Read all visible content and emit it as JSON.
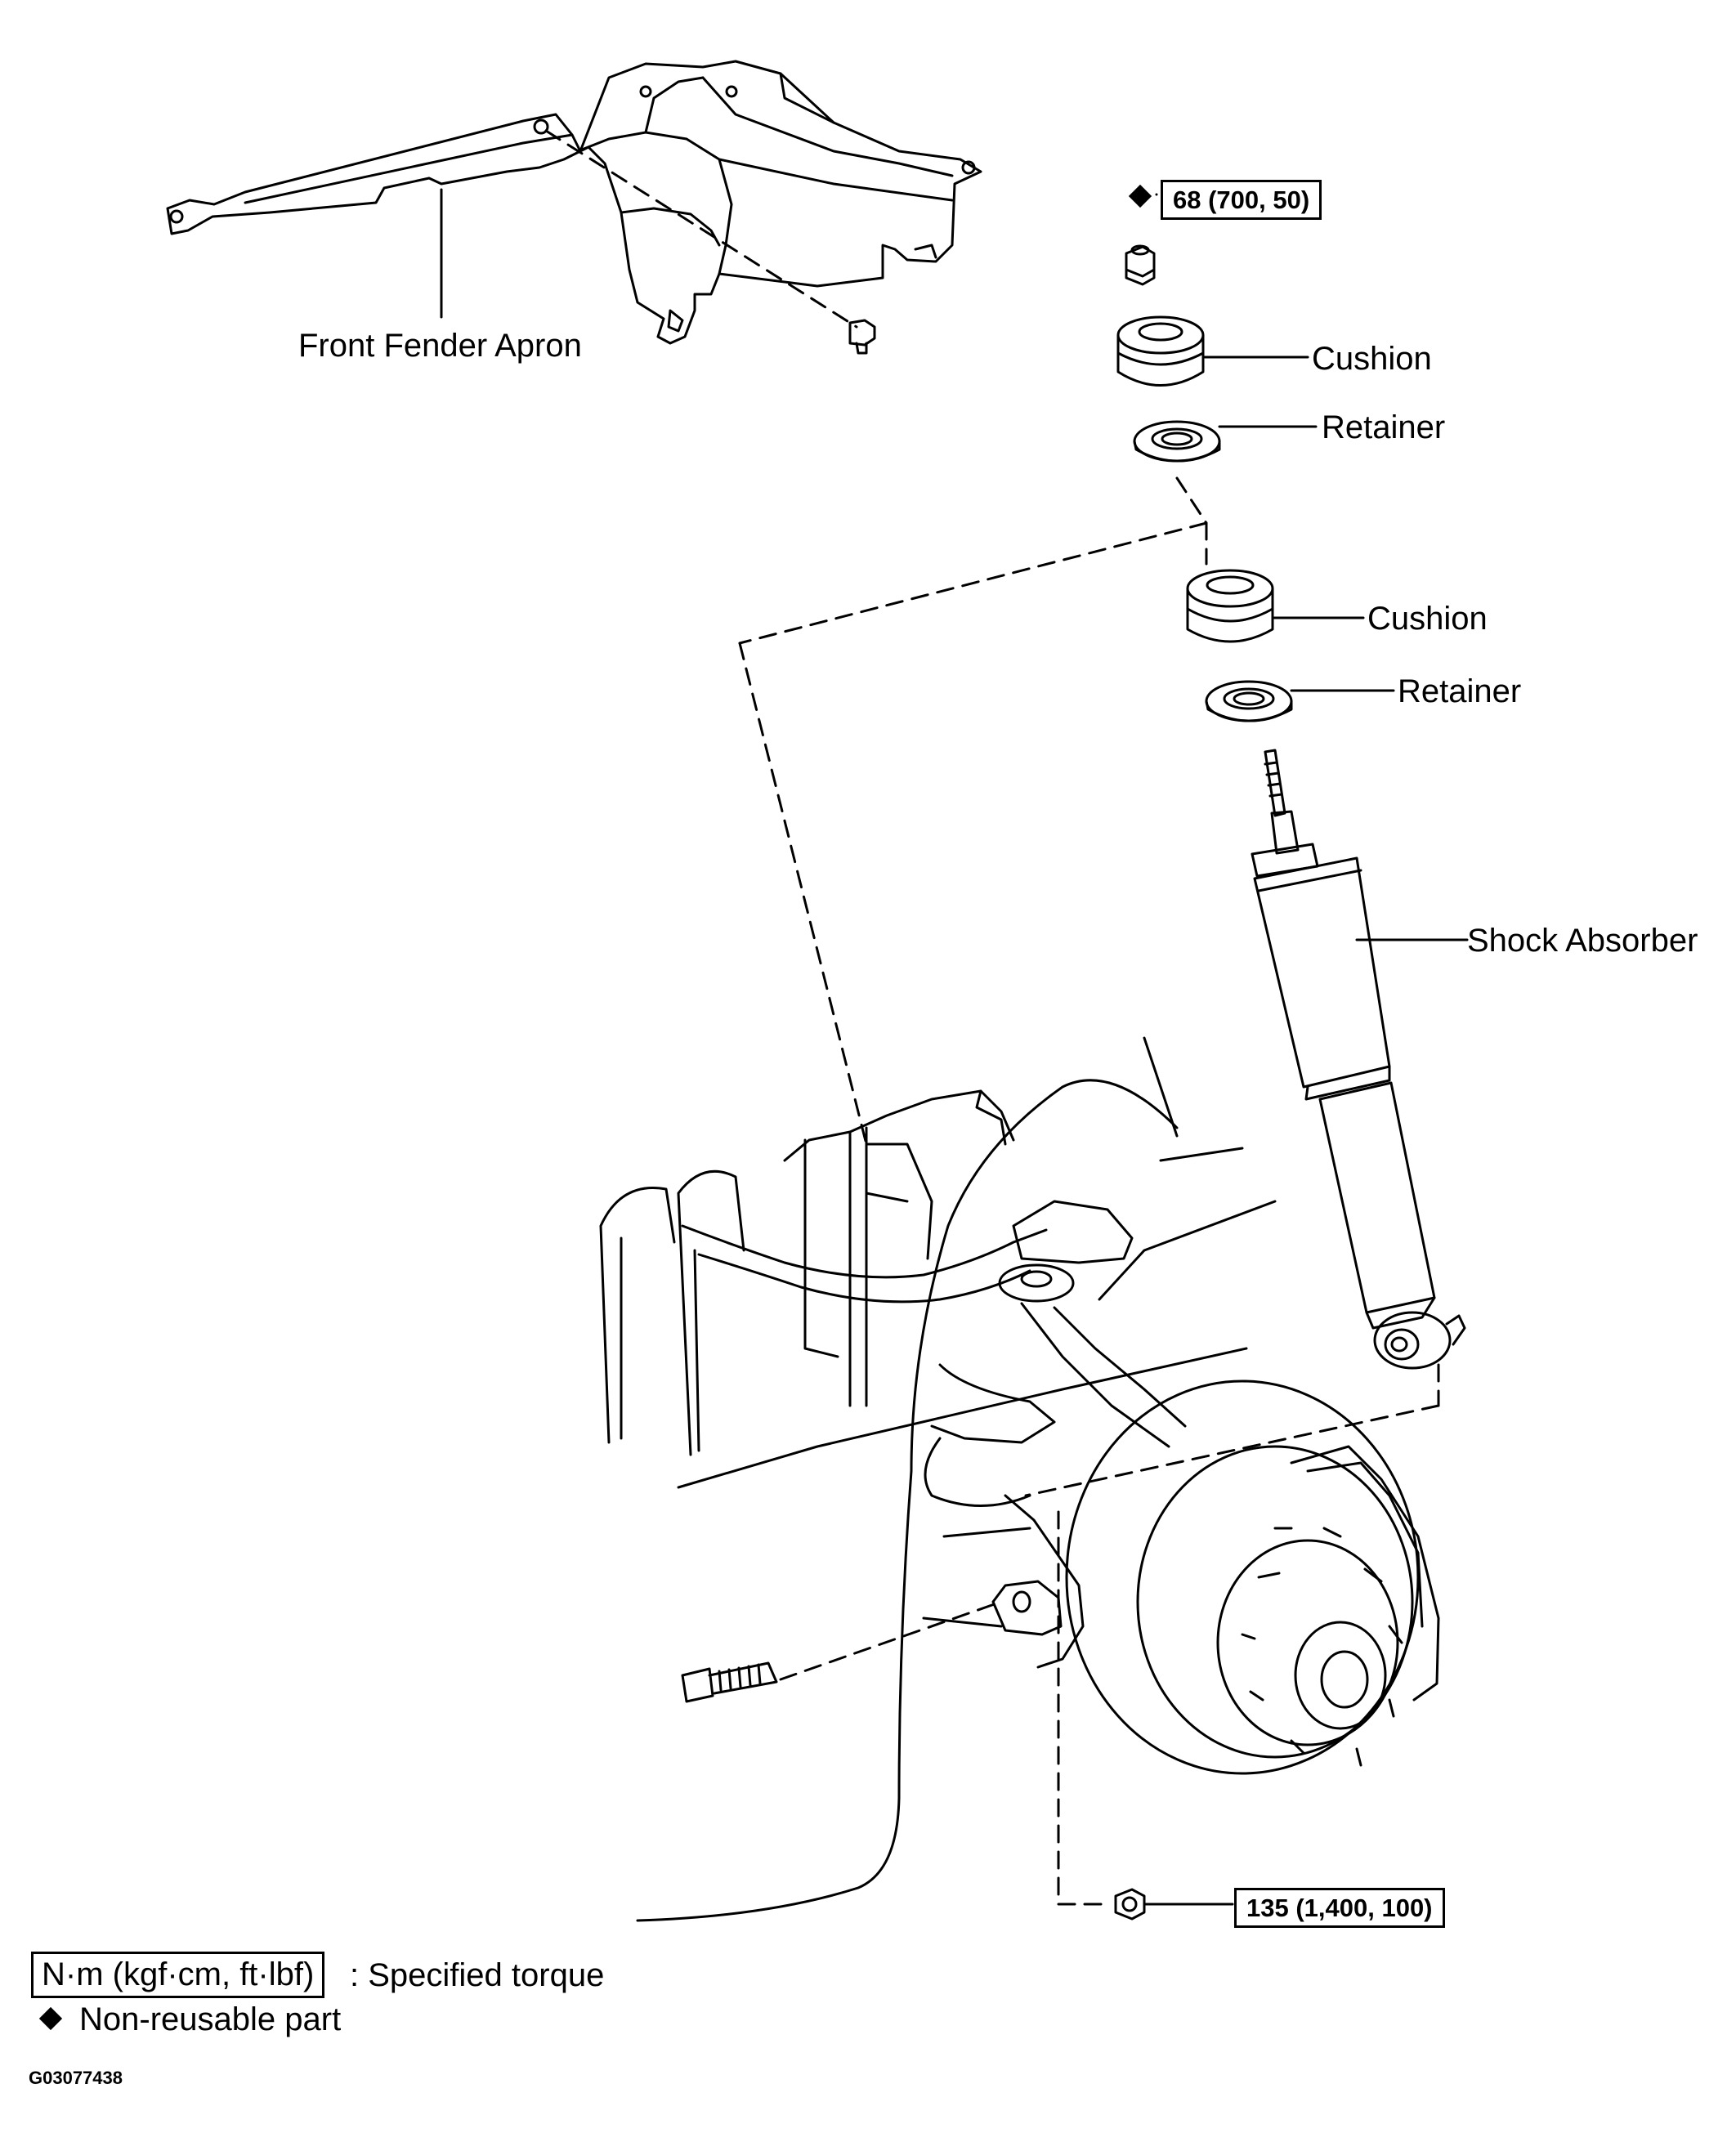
{
  "parts": {
    "front_fender_apron": "Front Fender Apron",
    "cushion_upper": "Cushion",
    "retainer_upper": "Retainer",
    "cushion_lower": "Cushion",
    "retainer_lower": "Retainer",
    "shock_absorber": "Shock Absorber"
  },
  "torques": {
    "upper_nut": "68 (700, 50)",
    "lower_nut": "135 (1,400, 100)"
  },
  "legend": {
    "unit_box": "N·m (kgf·cm, ft·lbf)",
    "unit_desc": ": Specified torque",
    "non_reusable": "Non-reusable part"
  },
  "figure_id": "G03077438"
}
